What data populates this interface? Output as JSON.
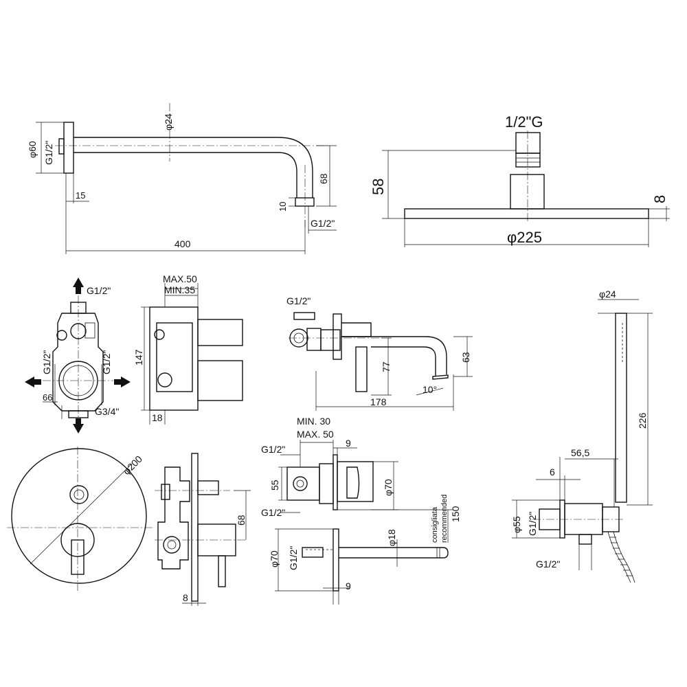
{
  "shower_arm": {
    "d_rosette": "φ60",
    "thread_wall": "G1/2\"",
    "d_tube": "φ24",
    "offset": "15",
    "drop": "68",
    "tip": "10",
    "thread_out": "G1/2\"",
    "length": "400"
  },
  "shower_head": {
    "thread": "1/2\"G",
    "height": "58",
    "thickness": "8",
    "diameter": "φ225"
  },
  "mixer_body": {
    "thread_top": "G1/2\"",
    "thread_left": "G1/2\"",
    "thread_right": "G1/2\"",
    "width": "66",
    "thread_bottom": "G3/4\"",
    "depth_max": "MAX.50",
    "depth_min": "MIN.35",
    "height": "147",
    "base": "18"
  },
  "wall_spout": {
    "thread": "G1/2\"",
    "height": "77",
    "drop": "63",
    "angle": "10°",
    "length": "178"
  },
  "trim_plate": {
    "diameter": "φ200",
    "offset": "68",
    "plate": "8"
  },
  "bath_spout": {
    "min": "MIN. 30",
    "max": "MAX. 50",
    "thread_top": "G1/2\"",
    "plate_thickness": "9",
    "height": "55",
    "thread_bottom": "G1/2\"",
    "rosette": "φ70",
    "note_it": "consigliata",
    "note_en": "recommended",
    "distance": "150",
    "rosette2": "φ70",
    "thread2": "G1/2\"",
    "tube": "φ18",
    "plate2": "9"
  },
  "hand_shower": {
    "d_handle": "φ24",
    "length": "226",
    "projection": "56,5",
    "depth": "6",
    "rosette": "φ55",
    "thread": "G1/2\"",
    "thread_out": "G1/2\""
  }
}
